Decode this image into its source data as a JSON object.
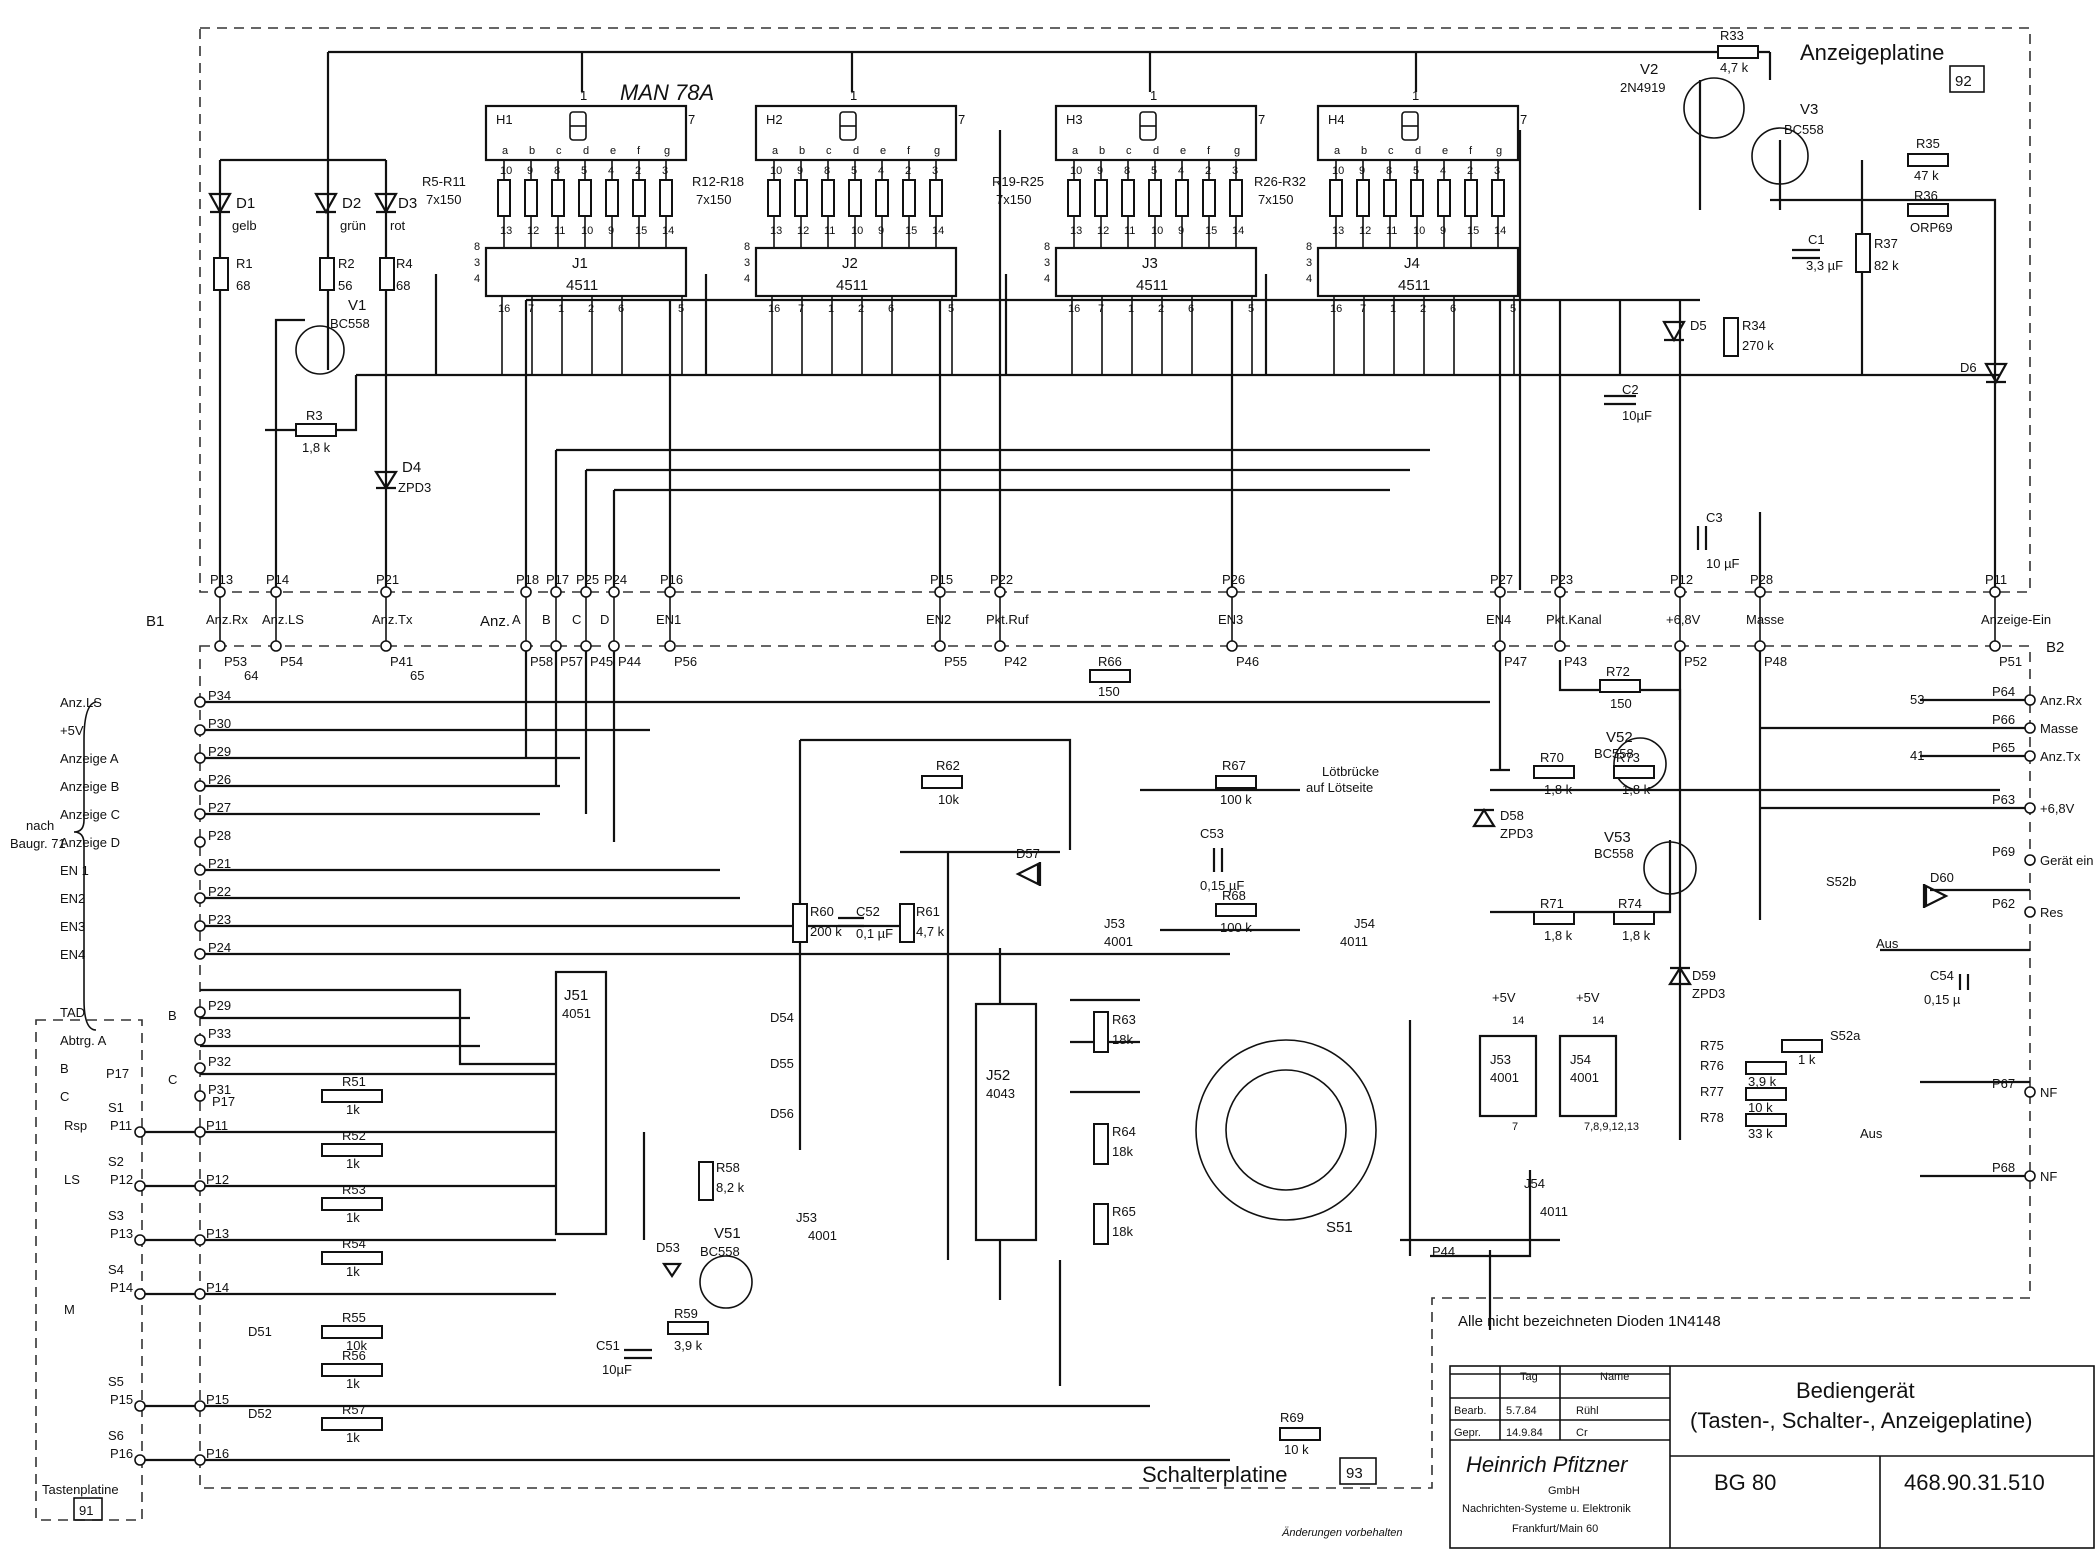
{
  "boards": {
    "display": "Anzeigeplatine",
    "display_no": "92",
    "switch": "Schalterplatine",
    "switch_no": "93",
    "keys": "Tastenplatine",
    "keys_no": "91"
  },
  "connectors": {
    "b1": "B1",
    "b2": "B2"
  },
  "top_pins": [
    {
      "pin": "P13",
      "sig": "Anz.Rx",
      "low": "P53",
      "extra": "64"
    },
    {
      "pin": "P14",
      "sig": "Anz.LS",
      "low": "P54",
      "extra": ""
    },
    {
      "pin": "P21",
      "sig": "Anz.Tx",
      "low": "P41",
      "extra": "65"
    },
    {
      "pin": "P18",
      "sig": "A",
      "low": "P58",
      "extra": ""
    },
    {
      "pin": "P17",
      "sig": "B",
      "low": "P57",
      "extra": ""
    },
    {
      "pin": "P25",
      "sig": "C",
      "low": "P45",
      "extra": ""
    },
    {
      "pin": "P24",
      "sig": "D",
      "low": "P44",
      "extra": ""
    },
    {
      "pin": "P16",
      "sig": "EN1",
      "low": "P56",
      "extra": ""
    },
    {
      "pin": "P15",
      "sig": "EN2",
      "low": "P55",
      "extra": ""
    },
    {
      "pin": "P22",
      "sig": "Pkt.Ruf",
      "low": "P42",
      "extra": ""
    },
    {
      "pin": "P26",
      "sig": "EN3",
      "low": "P46",
      "extra": ""
    },
    {
      "pin": "P27",
      "sig": "EN4",
      "low": "P47",
      "extra": ""
    },
    {
      "pin": "P23",
      "sig": "Pkt.Kanal",
      "low": "P43",
      "extra": ""
    },
    {
      "pin": "P12",
      "sig": "+6,8V",
      "low": "P52",
      "extra": ""
    },
    {
      "pin": "P28",
      "sig": "Masse",
      "low": "P48",
      "extra": ""
    },
    {
      "pin": "P11",
      "sig": "Anzeige-Ein",
      "low": "P51",
      "extra": ""
    }
  ],
  "anz_label": "Anz.",
  "left_group_label": [
    "nach",
    "Baugr. 71"
  ],
  "left_pins": [
    {
      "sig": "Anz.LS",
      "pin": "P34"
    },
    {
      "sig": "+5V",
      "pin": "P30"
    },
    {
      "sig": "Anzeige A",
      "pin": "P29"
    },
    {
      "sig": "Anzeige B",
      "pin": "P26"
    },
    {
      "sig": "Anzeige C",
      "pin": "P27"
    },
    {
      "sig": "Anzeige D",
      "pin": "P28"
    },
    {
      "sig": "EN 1",
      "pin": "P21"
    },
    {
      "sig": "EN2",
      "pin": "P22"
    },
    {
      "sig": "EN3",
      "pin": "P23"
    },
    {
      "sig": "EN4",
      "pin": "P24"
    },
    {
      "sig": "TAD",
      "pin": "P29"
    },
    {
      "sig": "Abtrg. A",
      "pin": "P33"
    },
    {
      "sig": "B",
      "pin": "P32"
    },
    {
      "sig": "C",
      "pin": "P31"
    }
  ],
  "right_pins": [
    {
      "pin": "P64",
      "sig": "Anz.Rx",
      "ref": "53"
    },
    {
      "pin": "P66",
      "sig": "Masse",
      "ref": ""
    },
    {
      "pin": "P65",
      "sig": "Anz.Tx",
      "ref": "41"
    },
    {
      "pin": "P63",
      "sig": "+6,8V",
      "ref": ""
    },
    {
      "pin": "P69",
      "sig": "Gerät ein",
      "ref": ""
    },
    {
      "pin": "P62",
      "sig": "Res",
      "ref": ""
    },
    {
      "pin": "P67",
      "sig": "NF",
      "ref": ""
    },
    {
      "pin": "P68",
      "sig": "NF",
      "ref": ""
    }
  ],
  "displays": [
    {
      "ref": "H1",
      "ic": "J1",
      "res": "R5-R11"
    },
    {
      "ref": "H2",
      "ic": "J2",
      "res": "R12-R18"
    },
    {
      "ref": "H3",
      "ic": "J3",
      "res": "R19-R25"
    },
    {
      "ref": "H4",
      "ic": "J4",
      "res": "R26-R32"
    }
  ],
  "display_type": "MAN 78A",
  "decoder_type": "4511",
  "res_value": "7x150",
  "seg_letters": [
    "a",
    "b",
    "c",
    "d",
    "e",
    "f",
    "g"
  ],
  "seg_pins": [
    "13",
    "12",
    "11",
    "10",
    "9",
    "15",
    "14"
  ],
  "disp_pins": [
    "10",
    "9",
    "8",
    "5",
    "4",
    "2",
    "3"
  ],
  "ic_bottom_pins": [
    "16",
    "7",
    "1",
    "2",
    "6",
    "5"
  ],
  "ic_left_pins": [
    "8",
    "3",
    "4"
  ],
  "pin_one": "1",
  "pin_seven": "7",
  "leds": [
    {
      "ref": "D1",
      "color": "gelb",
      "res": "R1",
      "val": "68"
    },
    {
      "ref": "D2",
      "color": "grün",
      "res": "R2",
      "val": "56"
    },
    {
      "ref": "D3",
      "color": "rot",
      "res": "R4",
      "val": "68"
    }
  ],
  "top_parts": {
    "v1": "V1",
    "v1_type": "BC558",
    "r3": "R3",
    "r3_val": "1,8 k",
    "d4": "D4",
    "d4_type": "ZPD3",
    "v2": "V2",
    "v2_type": "2N4919",
    "v3": "V3",
    "v3_type": "BC558",
    "r33": "R33",
    "r33_val": "4,7 k",
    "r35": "R35",
    "r35_val": "47 k",
    "r36": "R36",
    "r36_val": "ORP69",
    "c1": "C1",
    "c1_val": "3,3 µF",
    "r37": "R37",
    "r37_val": "82 k",
    "d5": "D5",
    "r34": "R34",
    "r34_val": "270 k",
    "c2": "C2",
    "c2_val": "10µF",
    "d6": "D6",
    "c3": "C3",
    "c3_val": "10 µF"
  },
  "bottom_parts": {
    "j51": "J51",
    "j51_type": "4051",
    "j52": "J52",
    "j52_type": "4043",
    "j53": "J53",
    "j53_type": "4001",
    "j54": "J54",
    "j54_type": "4001",
    "j54b_type": "4011",
    "r62": "R62",
    "r62_val": "10k",
    "r60": "R60",
    "r60_val": "200 k",
    "c52": "C52",
    "c52_val": "0,1 µF",
    "r61": "R61",
    "r61_val": "4,7 k",
    "d57": "D57",
    "d54": "D54",
    "d55": "D55",
    "d56": "D56",
    "r58": "R58",
    "r58_val": "8,2 k",
    "v51": "V51",
    "v51_type": "BC558",
    "d53": "D53",
    "r59": "R59",
    "r59_val": "3,9 k",
    "c51": "C51",
    "c51_val": "10µF",
    "r63": "R63",
    "r63_val": "18k",
    "r64": "R64",
    "r64_val": "18k",
    "r65": "R65",
    "r65_val": "18k",
    "r66": "R66",
    "r66_val": "150",
    "r67": "R67",
    "r67_val": "100 k",
    "r68": "R68",
    "r68_val": "100 k",
    "c53": "C53",
    "c53_val": "0,15 µF",
    "bridge": [
      "Lötbrücke",
      "auf Lötseite"
    ],
    "s51": "S51",
    "r69": "R69",
    "r69_val": "10 k",
    "r72": "R72",
    "r72_val": "150",
    "v52": "V52",
    "v52_type": "BC558",
    "v53": "V53",
    "v53_type": "BC558",
    "r70": "R70",
    "r70_val": "1,8 k",
    "r73": "R73",
    "r73_val": "1,8 k",
    "r71": "R71",
    "r71_val": "1,8 k",
    "r74": "R74",
    "r74_val": "1,8 k",
    "d58": "D58",
    "d58_type": "ZPD3",
    "d59": "D59",
    "d59_type": "ZPD3",
    "d60": "D60",
    "s52b": "S52b",
    "s52a": "S52a",
    "aus": "Aus",
    "c54": "C54",
    "c54_val": "0,15 µ",
    "r75": "R75",
    "r76": "R76",
    "r76_val": "3,9 k",
    "r77": "R77",
    "r77_val": "10 k",
    "r78": "R78",
    "r78_val": "33 k",
    "r75_val": "1 k",
    "p5v": "+5V",
    "j53_pins": [
      "14",
      "7"
    ],
    "j54_pins": [
      "14",
      "7,8,9,12,13"
    ],
    "p44": "P44"
  },
  "key_rows": [
    {
      "switch": "S1",
      "tag": "Rsp",
      "pin": "P11",
      "res": "R51",
      "val": "1k"
    },
    {
      "switch": "S2",
      "tag": "LS",
      "pin": "P12",
      "res": "R52",
      "val": "1k"
    },
    {
      "switch": "S3",
      "tag": "",
      "pin": "P13",
      "res": "R53",
      "val": "1k"
    },
    {
      "switch": "S4",
      "tag": "M",
      "pin": "P14",
      "res": "R54",
      "val": "1k"
    },
    {
      "switch": "",
      "tag": "",
      "pin": "",
      "res": "R55",
      "val": "10k"
    },
    {
      "switch": "S5",
      "tag": "",
      "pin": "P15",
      "res": "R56",
      "val": "1k"
    },
    {
      "switch": "S6",
      "tag": "",
      "pin": "P16",
      "res": "R57",
      "val": "1k"
    }
  ],
  "key_diodes": [
    "D51",
    "D52"
  ],
  "key_box_pins": [
    "P17",
    "B",
    "C",
    "P17"
  ],
  "note": "Alle nicht bezeichneten Dioden 1N4148",
  "title_block": {
    "col_tag": "Tag",
    "col_name": "Name",
    "row1": {
      "label": "Bearb.",
      "tag": "5.7.84",
      "name": "Rühl"
    },
    "row2": {
      "label": "Gepr.",
      "tag": "14.9.84",
      "name": "Cr"
    },
    "company": "Heinrich Pfitzner",
    "company2": "GmbH",
    "company3": "Nachrichten-Systeme u. Elektronik",
    "company4": "Frankfurt/Main 60",
    "title": "Bediengerät",
    "subtitle": "(Tasten-, Schalter-, Anzeigeplatine)",
    "model": "BG 80",
    "number": "468.90.31.510",
    "changes": "Änderungen vorbehalten"
  }
}
